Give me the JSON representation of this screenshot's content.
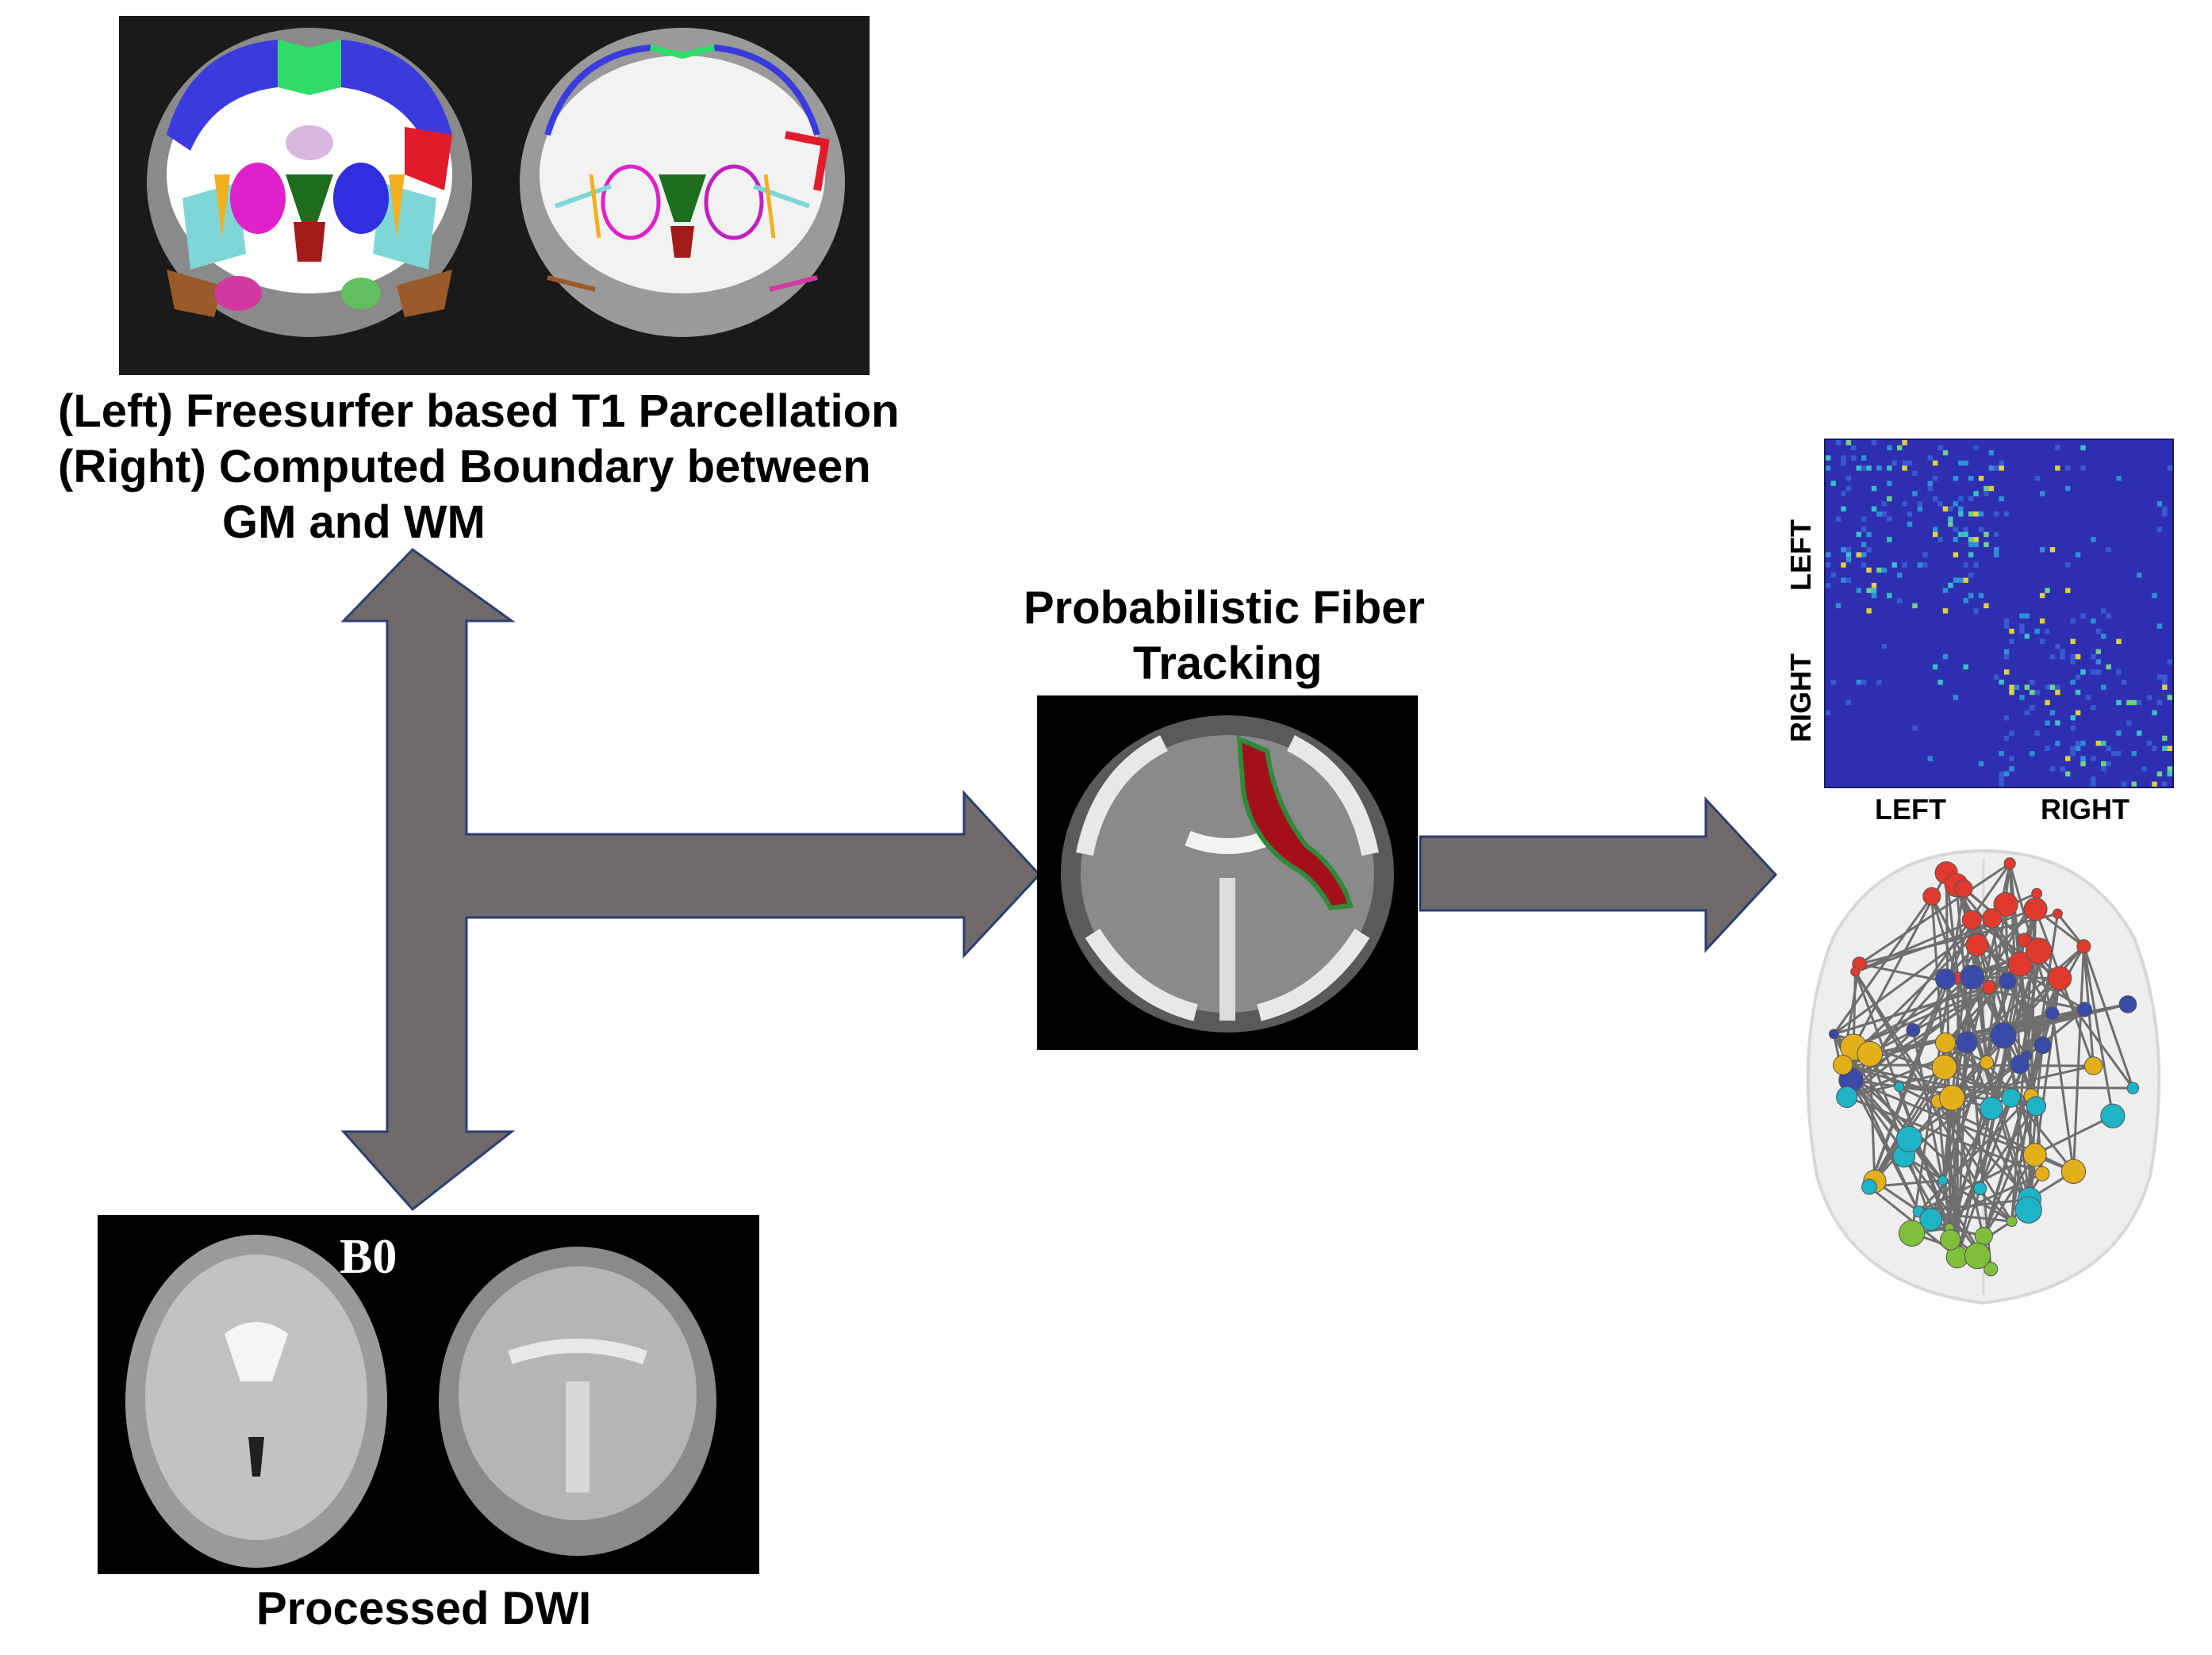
{
  "colors": {
    "arrow_fill": "#6f6b6b",
    "arrow_stroke": "#2f3e6e",
    "matrix_bg": "#2d2fb0",
    "fiber_red": "#a3101a",
    "fiber_green": "#2f8a3a",
    "node_red": "#e03a2f",
    "node_cyan": "#1fb3c7",
    "node_yellow": "#e3b019",
    "node_blue": "#3a4aa8",
    "node_green": "#7fbf3a"
  },
  "t1_panel": {
    "caption_line1": "(Left) Freesurfer based T1 Parcellation",
    "caption_line2": "(Right) Computed Boundary between",
    "caption_line3": "GM and WM"
  },
  "tracking": {
    "title_line1": "Probabilistic Fiber",
    "title_line2": "Tracking"
  },
  "dwi_panel": {
    "overlay_label": "B0",
    "caption": "Processed DWI"
  },
  "connectivity_matrix": {
    "y_label_top": "LEFT",
    "y_label_bottom": "RIGHT",
    "x_label_left": "LEFT",
    "x_label_right": "RIGHT"
  },
  "network": {
    "node_classes": [
      "red",
      "blue",
      "yellow",
      "cyan",
      "green"
    ]
  }
}
